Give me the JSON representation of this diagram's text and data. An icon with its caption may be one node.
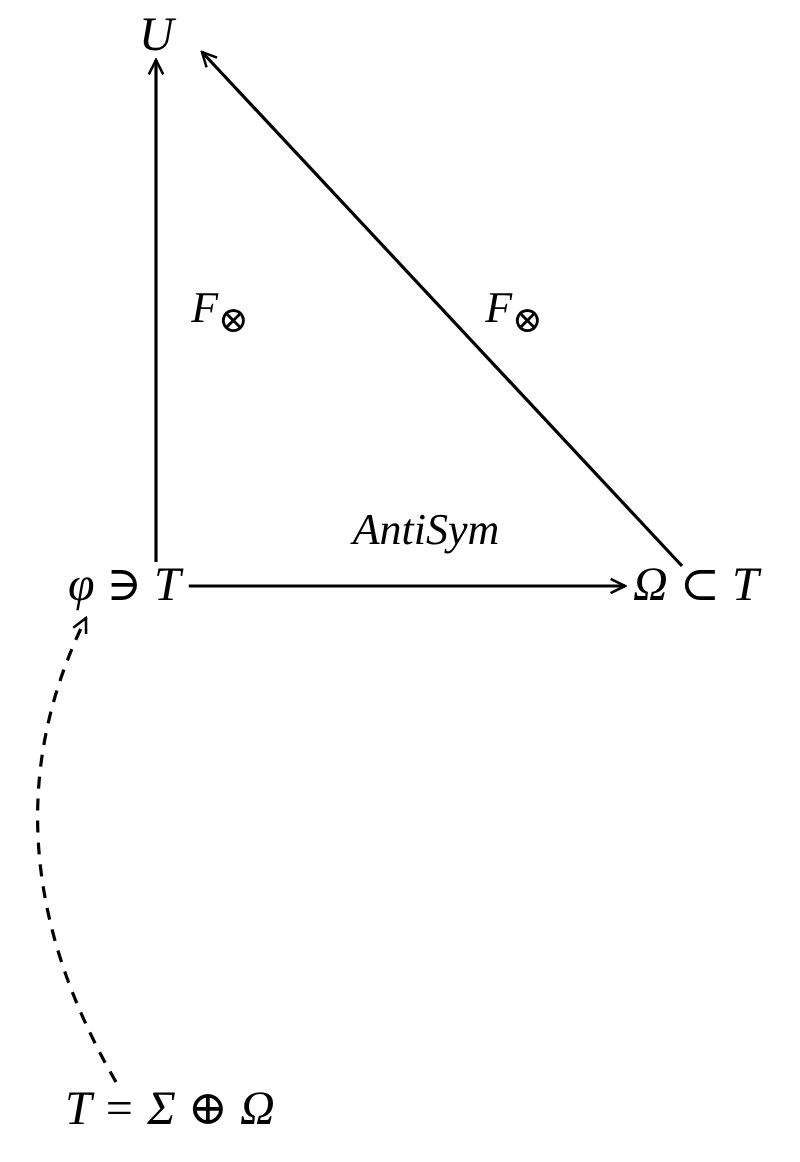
{
  "diagram": {
    "nodes": [
      {
        "text": [
          "U"
        ]
      },
      {
        "text": [
          "φ ∋ T"
        ]
      },
      {
        "text": [
          "Ω ⊂ T"
        ]
      },
      {
        "text": [
          "T = Σ ⊕ Ω"
        ]
      }
    ],
    "edges": [
      {
        "from": 1,
        "to": 0,
        "arrow": "to",
        "label": "F$_{⊗}$"
      },
      {
        "from": 2,
        "to": 0,
        "arrow": "to",
        "label": "F$_{⊗}$"
      },
      {
        "from": 1,
        "to": 2,
        "arrow": "to",
        "label": "AntiSym"
      },
      {
        "from": 3,
        "to": 1,
        "arrow": "to",
        "style": "dashed"
      }
    ]
  }
}
